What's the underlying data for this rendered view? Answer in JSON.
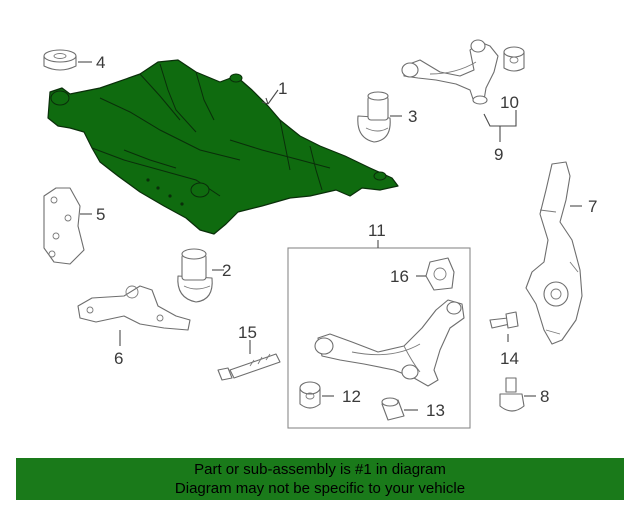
{
  "callouts": {
    "c1": "1",
    "c2": "2",
    "c3": "3",
    "c4": "4",
    "c5": "5",
    "c6": "6",
    "c7": "7",
    "c8": "8",
    "c9": "9",
    "c10": "10",
    "c11": "11",
    "c12": "12",
    "c13": "13",
    "c14": "14",
    "c15": "15",
    "c16": "16"
  },
  "highlight": {
    "part": "1",
    "color": "#1a7a1a"
  },
  "banner": {
    "line1": "Part or sub-assembly is #1 in diagram",
    "line2": "Diagram may not be specific to your vehicle"
  }
}
